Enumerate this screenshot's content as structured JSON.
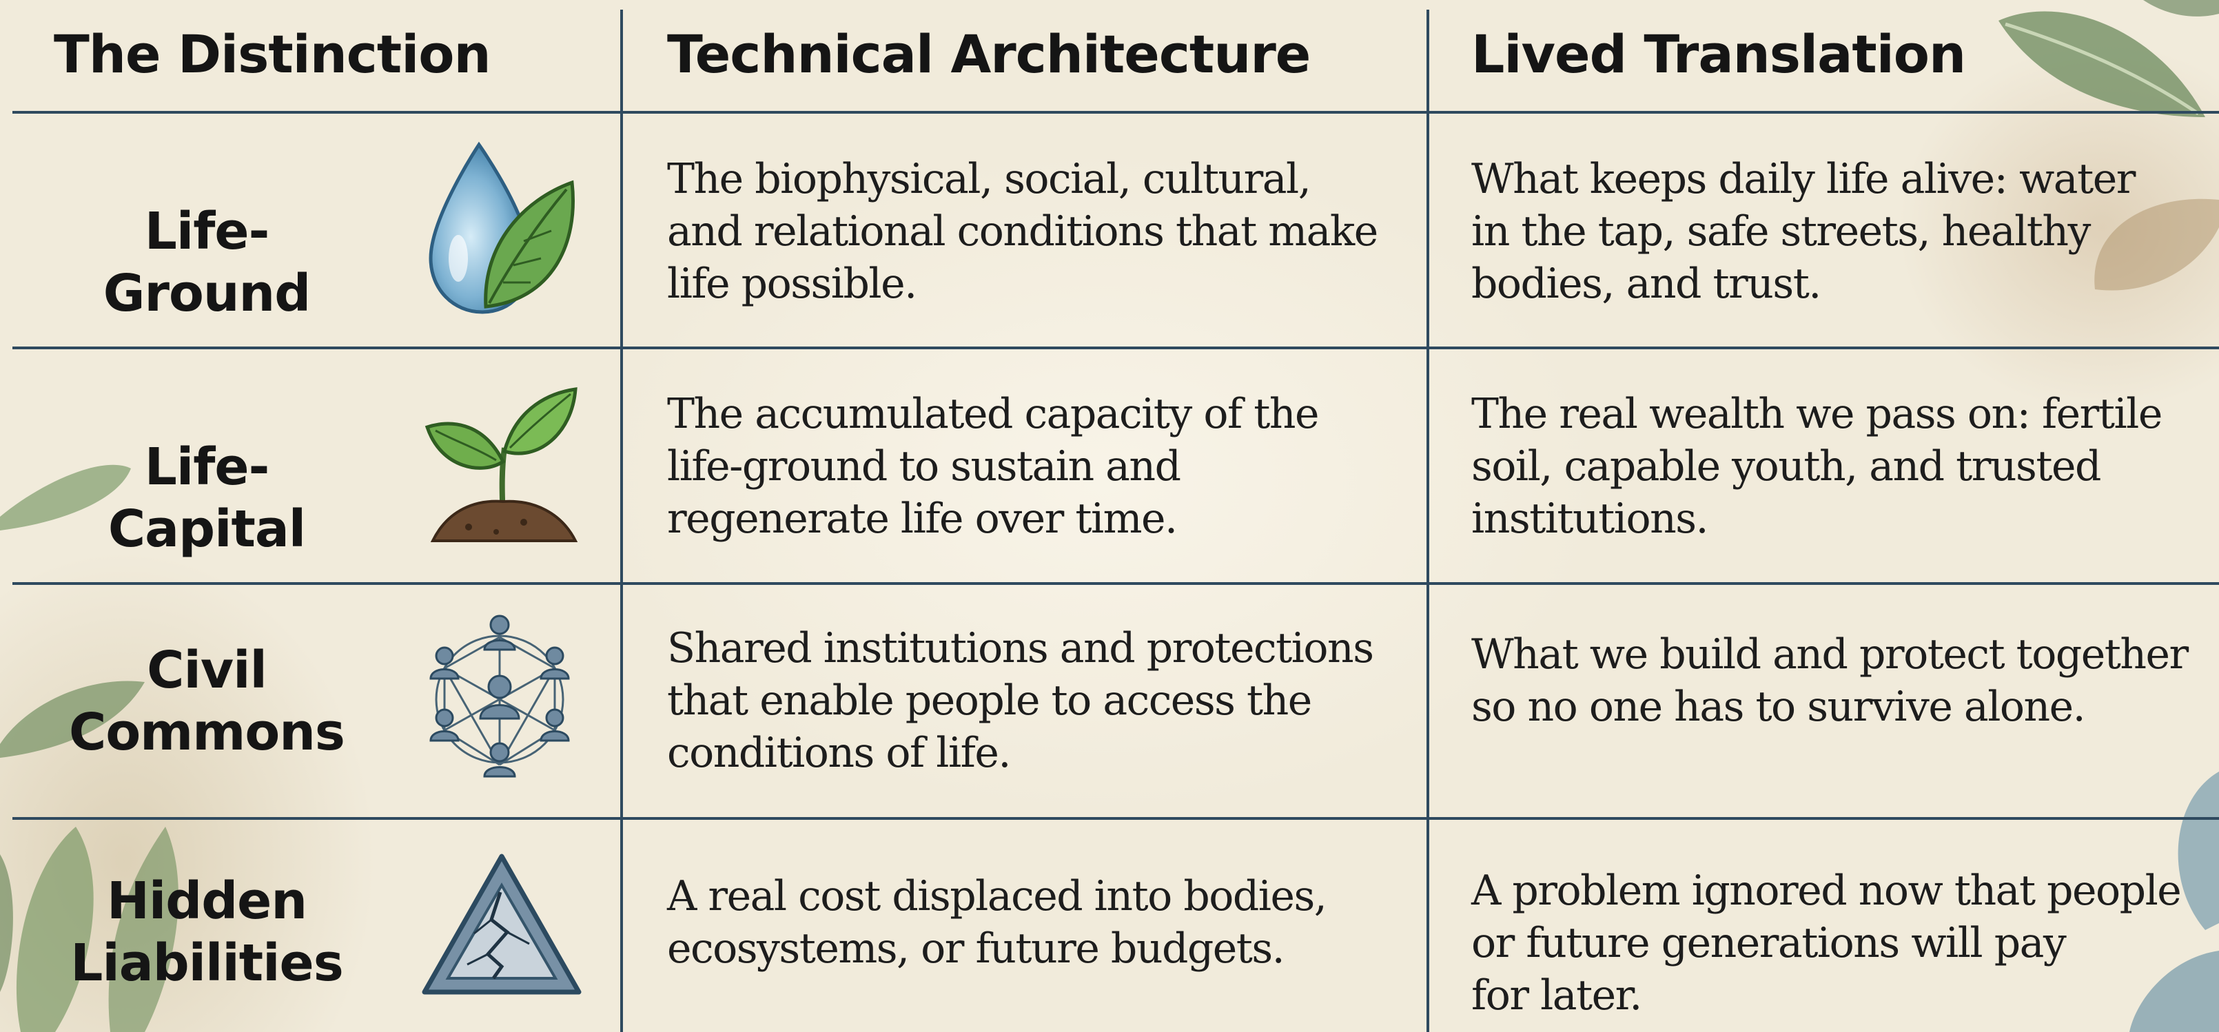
{
  "headers": {
    "distinction": "The Distinction",
    "technical": "Technical Architecture",
    "lived": "Lived Translation"
  },
  "rows": [
    {
      "name": "Life-Ground",
      "icon": "water-drop-leaf-icon",
      "technical": "The biophysical, social, cultural,\nand relational conditions that make\nlife possible.",
      "lived": "What keeps daily life alive: water\nin the tap, safe streets, healthy\nbodies, and trust."
    },
    {
      "name": "Life-Capital",
      "icon": "sprout-soil-icon",
      "technical": "The accumulated capacity of the\nlife-ground to sustain and\nregenerate life over time.",
      "lived": "The real wealth we pass on: fertile\nsoil, capable youth, and trusted\ninstitutions."
    },
    {
      "name": "Civil\nCommons",
      "icon": "people-network-icon",
      "technical": "Shared institutions and protections\nthat enable people to access the\nconditions of life.",
      "lived": "What we build and protect together\nso no one has to survive alone."
    },
    {
      "name": "Hidden\nLiabilities",
      "icon": "cracked-warning-triangle-icon",
      "technical": "A real cost displaced into bodies,\necosystems, or future budgets.",
      "lived": "A problem ignored now that people\nor future generations will pay\nfor later."
    }
  ],
  "colors": {
    "rule": "#2f4a5f",
    "background": "#f1ebdb",
    "leaf": "#6f8f5e"
  }
}
